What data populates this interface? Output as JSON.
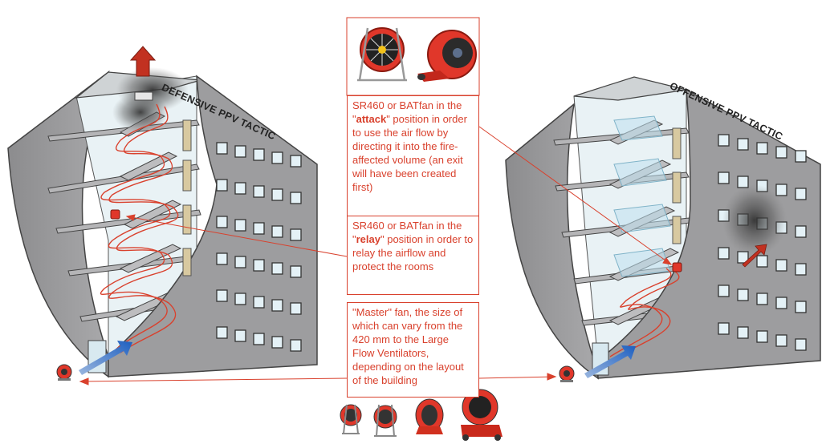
{
  "labels": {
    "defensive": "DEFENSIVE PPV TACTIC",
    "offensive": "OFFENSIVE PPV TACTIC"
  },
  "callouts": {
    "attack": {
      "before": "SR460 or BATfan in the \"",
      "keyword": "attack",
      "after": "\" position in order to use the air flow by directing it into the fire-affected volume (an exit will have been created first)"
    },
    "relay": {
      "before": "SR460 or BATfan in the \"",
      "keyword": "relay",
      "after": "\" position in order to relay the airflow and protect the rooms"
    },
    "master": {
      "text": "\"Master\" fan, the size of which can vary from the 420 mm to the Large Flow Ventilators, depending on the layout of the building"
    }
  },
  "colors": {
    "accent": "#d9412d",
    "fan_red": "#e0372a",
    "airflow_blue": "#2f6fc4",
    "smoke": "#3a3a3a",
    "building_grey": "#9a9a9c",
    "glass": "#d8ecf3"
  },
  "icons": [
    "fan-on-frame-icon",
    "batfan-icon",
    "master-fan-icon",
    "large-flow-ventilator-icon",
    "airflow-arrow-icon",
    "smoke-plume-icon"
  ]
}
